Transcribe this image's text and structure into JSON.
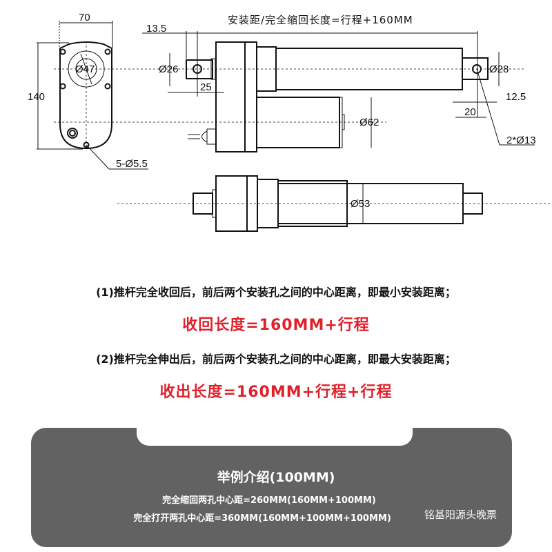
{
  "drawing": {
    "header_formula": "安装距/完全缩回长度=行程+160MM",
    "front_view": {
      "width_label": "70",
      "height_label": "140",
      "hub_diameter_label": "Ø47",
      "holes_label": "5-Ø5.5"
    },
    "side_view": {
      "offset_label": "13.5",
      "rear_clevis_diameter_label": "Ø26",
      "rear_clevis_length_label": "25",
      "motor_diameter_label": "Ø62",
      "front_clevis_diameter_label": "Ø28",
      "front_offset_label": "12.5",
      "front_clevis_length_label": "20",
      "hole_label": "2*Ø13"
    },
    "top_view": {
      "tube_diameter_label": "Ø53"
    }
  },
  "notes": {
    "retracted_desc": "(1)推杆完全收回后，前后两个安装孔之间的中心距离，即最小安装距离；",
    "retracted_formula": "收回长度=160MM+行程",
    "extended_desc": "(2)推杆完全伸出后，前后两个安装孔之间的中心距离，即最大安装距离；",
    "extended_formula": "收出长度=160MM+行程+行程"
  },
  "example": {
    "title": "举例介绍(100MM)",
    "retracted_line": "完全缩回两孔中心距=260MM(160MM+100MM)",
    "extended_line": "完全打开两孔中心距=360MM(160MM+100MM+100MM)",
    "watermark": "铭基阳源头晚票"
  },
  "colors": {
    "accent_red": "#e0202a",
    "panel_gray": "#626262",
    "line": "#111111"
  }
}
